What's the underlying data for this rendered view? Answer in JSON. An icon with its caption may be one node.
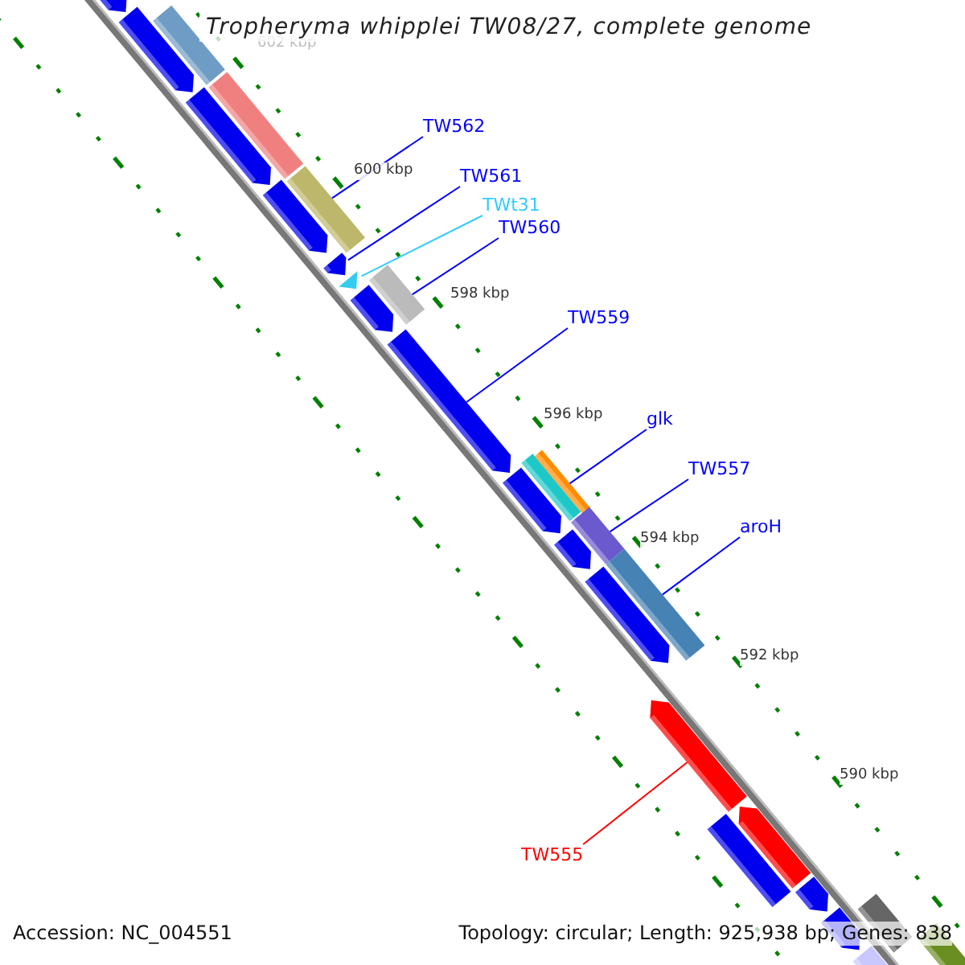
{
  "diagram": {
    "title": "Tropheryma whipplei TW08/27, complete genome",
    "nodes": [
      {
        "text": [
          "TW562"
        ]
      },
      {
        "text": [
          "TW561"
        ]
      },
      {
        "text": [
          "TWt31"
        ]
      },
      {
        "text": [
          "TW560"
        ]
      },
      {
        "text": [
          "TW559"
        ]
      },
      {
        "text": [
          "glk"
        ]
      },
      {
        "text": [
          "TW557"
        ]
      },
      {
        "text": [
          "aroH"
        ]
      },
      {
        "text": [
          "TW555"
        ]
      },
      {
        "text": [],
        "shape": "bar"
      },
      {
        "text": [],
        "shape": "bar"
      },
      {
        "text": [],
        "shape": "bar"
      },
      {
        "text": [],
        "shape": "bar"
      },
      {
        "text": [],
        "shape": "bar"
      },
      {
        "text": [],
        "shape": "bar"
      },
      {
        "text": [],
        "shape": "bar"
      },
      {
        "text": [],
        "shape": "bar"
      },
      {
        "text": [],
        "shape": "bar"
      }
    ],
    "edges": [
      {
        "from": 0,
        "to": 9,
        "arrow": "none"
      },
      {
        "from": 1,
        "to": 10,
        "arrow": "none"
      },
      {
        "from": 2,
        "to": 11,
        "arrow": "none",
        "color": "#33ccff"
      },
      {
        "from": 3,
        "to": 12,
        "arrow": "none"
      },
      {
        "from": 4,
        "to": 13,
        "arrow": "none"
      },
      {
        "from": 5,
        "to": 14,
        "arrow": "none"
      },
      {
        "from": 6,
        "to": 15,
        "arrow": "none"
      },
      {
        "from": 7,
        "to": 16,
        "arrow": "none"
      },
      {
        "from": 8,
        "to": 17,
        "arrow": "none",
        "color": "#ff0000"
      }
    ],
    "labels": [
      "602 kbp",
      "600 kbp",
      "598 kbp",
      "596 kbp",
      "594 kbp",
      "592 kbp",
      "590 kbp",
      "Accession: NC_004551",
      "Topology: circular; Length: 925,938 bp; Genes: 838"
    ]
  }
}
